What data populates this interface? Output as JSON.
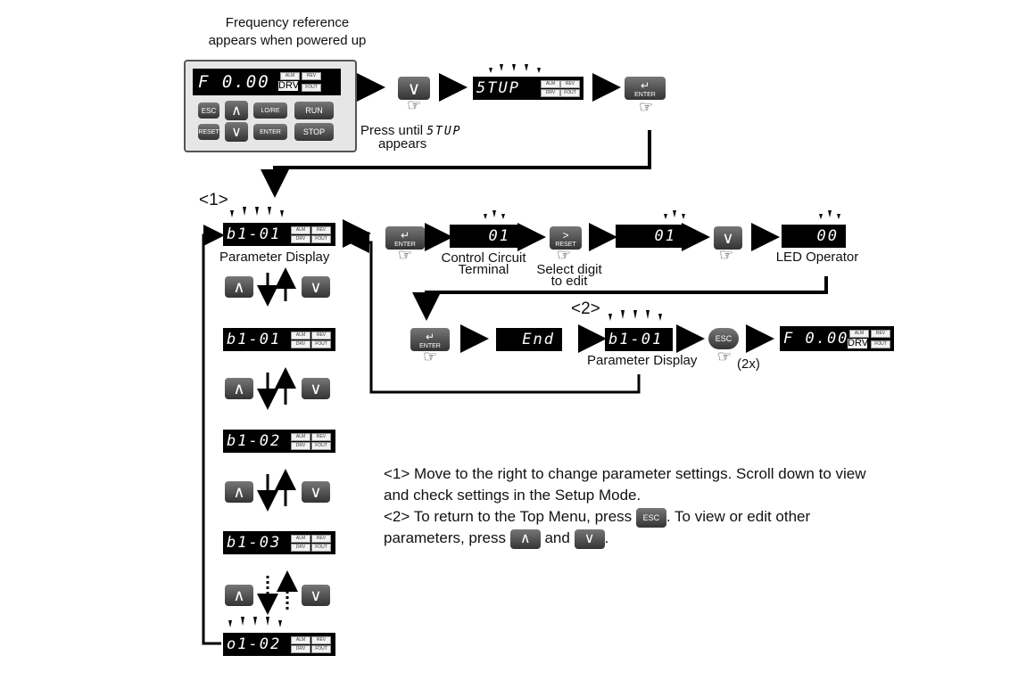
{
  "title": {
    "line1": "Frequency reference",
    "line2": "appears when powered up"
  },
  "operator": {
    "display": "F  0.00",
    "indicators": {
      "alm": "ALM",
      "rev": "REV",
      "drv": "DRV",
      "fout": "FOUT"
    },
    "keys": {
      "esc": "ESC",
      "lore": "LO/RE",
      "run": "RUN",
      "reset": "RESET",
      "enter": "ENTER",
      "stop": "STOP"
    }
  },
  "top_row": {
    "press_until": "Press until",
    "stup_code": "5TUP",
    "appears": "appears",
    "stup_display": "5TUP",
    "enter_label": "ENTER"
  },
  "markers": {
    "m1": "<1>",
    "m2": "<2>"
  },
  "column": {
    "param_display": "Parameter Display",
    "displays": [
      "b1-01",
      "b1-01",
      "b1-02",
      "b1-03",
      "o1-02"
    ]
  },
  "edit_row": {
    "enter_label": "ENTER",
    "d1": "01",
    "d1_label": [
      "Control Circuit",
      "Terminal"
    ],
    "reset_label": "RESET",
    "select_label": [
      "Select digit",
      "to edit"
    ],
    "d2": "01",
    "d3": "00",
    "d3_label": "LED Operator"
  },
  "save_row": {
    "enter_label": "ENTER",
    "end_display": "End",
    "param_code": "b1-01",
    "param_label": "Parameter Display",
    "esc_label": "ESC",
    "esc_count": "(2x)",
    "final_display": "F  0.00",
    "final_drv": "DRV"
  },
  "notes": {
    "n1": "<1> Move to the right to change parameter settings. Scroll down to view and check settings in the Setup Mode.",
    "n2_a": "<2> To return to the Top Menu, press",
    "n2_esc": "ESC",
    "n2_b": ". To view or edit other parameters, press",
    "n2_and": "and",
    "n2_end": "."
  }
}
